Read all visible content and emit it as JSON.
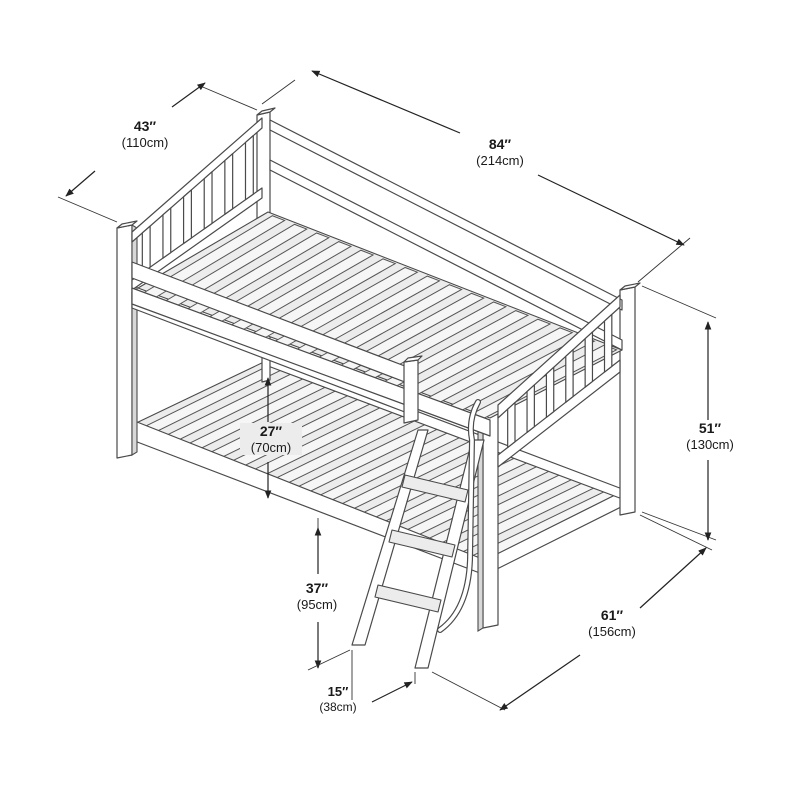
{
  "dimensions": {
    "width": {
      "imperial": "43″",
      "metric": "(110cm)"
    },
    "length": {
      "imperial": "84″",
      "metric": "(214cm)"
    },
    "height": {
      "imperial": "51″",
      "metric": "(130cm)"
    },
    "under_bed": {
      "imperial": "27″",
      "metric": "(70cm)"
    },
    "top_height": {
      "imperial": "37″",
      "metric": "(95cm)"
    },
    "ladder_width": {
      "imperial": "15″",
      "metric": "(38cm)"
    },
    "ladder_depth": {
      "imperial": "61″",
      "metric": "(156cm)"
    }
  },
  "colors": {
    "line": "#4a4a4a",
    "fill": "#ffffff",
    "shade": "#ececec"
  }
}
